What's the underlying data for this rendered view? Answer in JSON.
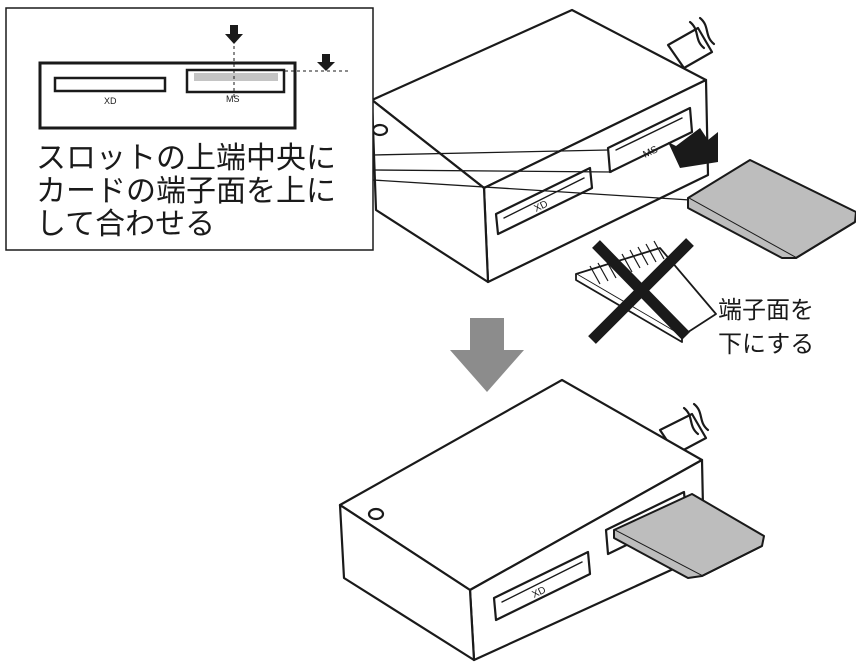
{
  "callout": {
    "instruction_lines": [
      "スロットの上端中央に",
      "カードの端子面を上に",
      "して合わせる"
    ],
    "slot_xd_label": "XD",
    "slot_ms_label": "MS"
  },
  "reader_top": {
    "ms_slot_label": "MS",
    "xd_slot_label": "XD"
  },
  "wrong_card": {
    "note_lines": [
      "端子面を",
      "下にする"
    ]
  },
  "reader_bottom": {
    "xd_slot_label": "XD"
  },
  "colors": {
    "line": "#1a1a1a",
    "card_gray": "#bdbdbd",
    "arrow_gray": "#8c8c8c",
    "highlight_gray": "#c4c4c4"
  }
}
